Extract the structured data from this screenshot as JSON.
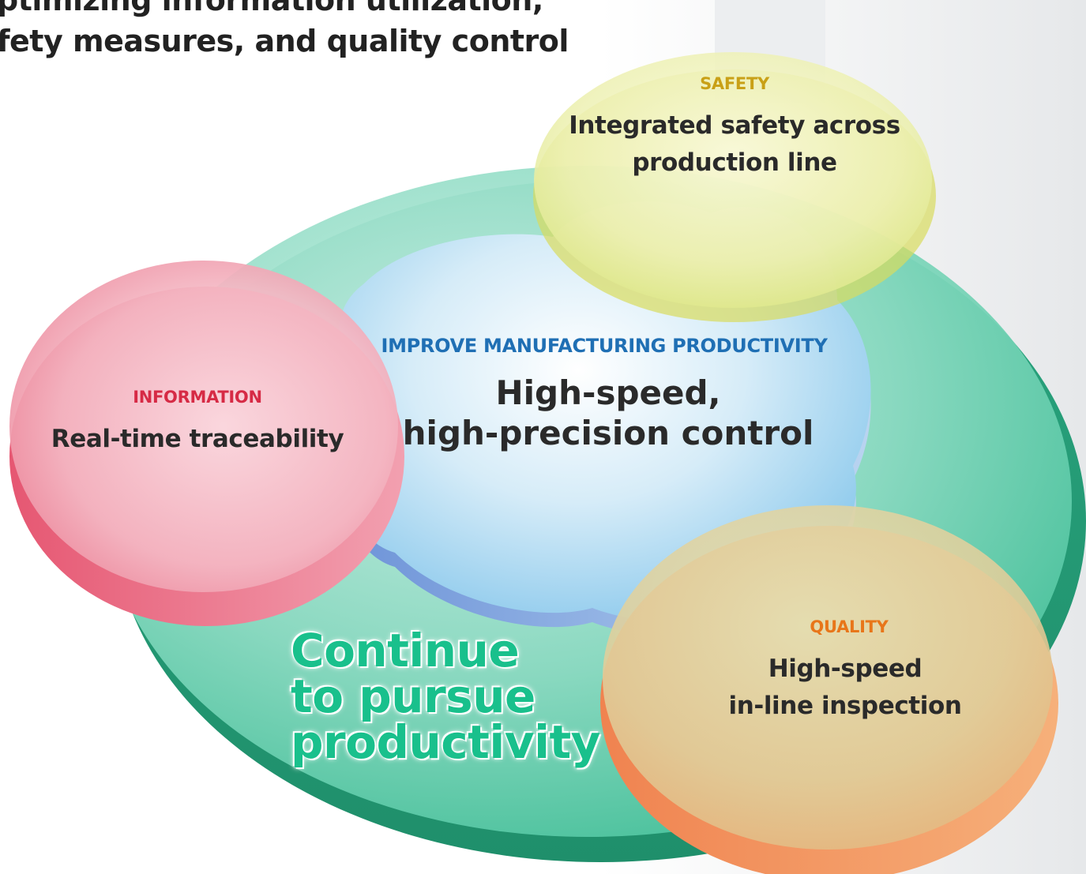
{
  "title": {
    "line1": "ptimizing information utilization,",
    "line2": "fety measures, and quality control"
  },
  "safety": {
    "kicker": "SAFETY",
    "text_line1": "Integrated safety across",
    "text_line2": "production line"
  },
  "information": {
    "kicker": "INFORMATION",
    "text": "Real-time traceability"
  },
  "center": {
    "kicker": "IMPROVE MANUFACTURING PRODUCTIVITY",
    "text_line1": "High-speed,",
    "text_line2": "high-precision control"
  },
  "quality": {
    "kicker": "QUALITY",
    "text_line1": "High-speed",
    "text_line2": "in-line inspection"
  },
  "slogan": {
    "line1": "Continue",
    "line2": "to pursue",
    "line3": "productivity"
  },
  "colors": {
    "outer_disc": "#2fb98e",
    "center": "#7fc3ea",
    "safety": "#e9e46e",
    "information": "#ea5a77",
    "quality": "#f2a45a"
  }
}
